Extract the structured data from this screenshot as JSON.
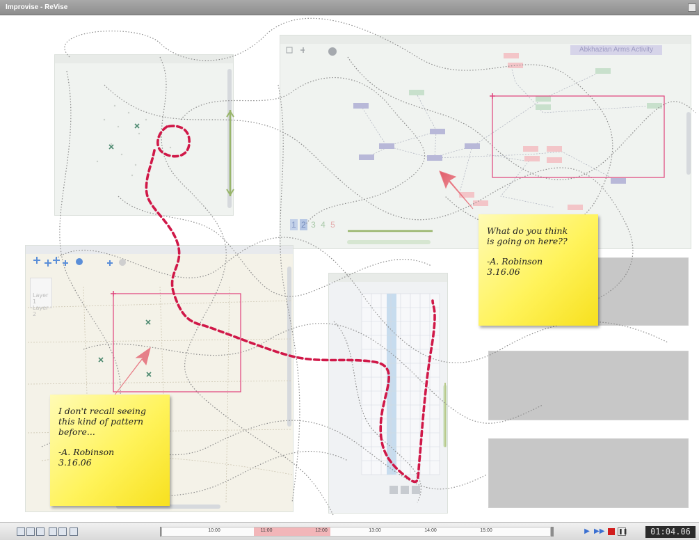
{
  "window": {
    "title": "Improvise - ReVise"
  },
  "graph_view": {
    "activity_title": "Abkhazian Arms Activity",
    "tabs": [
      "1",
      "2",
      "3",
      "4",
      "5"
    ]
  },
  "map_view": {
    "layers": [
      "Layer 1",
      "Layer 2"
    ]
  },
  "notes": [
    {
      "text": "What do you think\nis going on here??",
      "author": "-A. Robinson",
      "date": "3.16.06"
    },
    {
      "text": "I don't recall seeing\nthis kind of pattern\nbefore...",
      "author": "-A. Robinson",
      "date": "3.16.06"
    }
  ],
  "timeline": {
    "ticks": [
      "10:00",
      "11:00",
      "12:00",
      "13:00",
      "14:00",
      "15:00"
    ],
    "selected_range": [
      "11:00",
      "12:00"
    ],
    "clock": "01:04.06"
  },
  "icons": {
    "toolbar": [
      "folder-icon",
      "save-icon",
      "print-icon",
      "undo-icon",
      "redo-icon",
      "settings-icon"
    ],
    "playback": [
      "play-icon",
      "fast-forward-icon",
      "stop-icon",
      "pause-icon"
    ]
  },
  "colors": {
    "note": "#fff35a",
    "trail": "#d01848",
    "selection": "#e0407a",
    "stop": "#d11d1d"
  }
}
